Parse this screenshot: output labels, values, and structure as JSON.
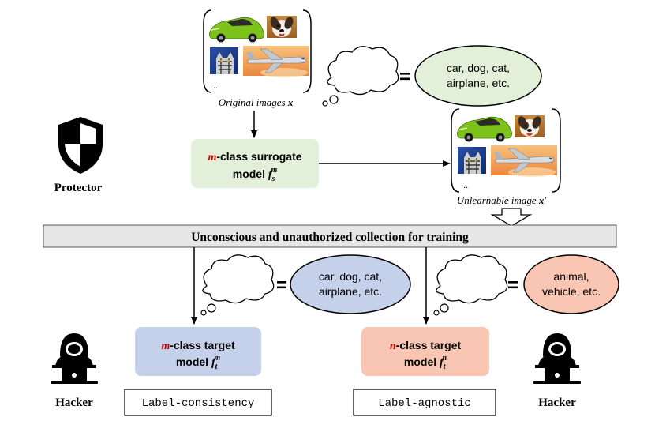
{
  "protector": {
    "label": "Protector"
  },
  "original": {
    "ellipsis": "...",
    "caption": "Original images ",
    "caption_var": "x"
  },
  "surrogate": {
    "prefix": "m",
    "line1_rest": "-class surrogate",
    "line2": "model ",
    "sym": "f",
    "sub": "s",
    "sup": "m"
  },
  "thought_top": {
    "eq": "=",
    "line1": "car, dog, cat,",
    "line2": "airplane, etc."
  },
  "unlearnable": {
    "ellipsis": "...",
    "caption": "Unlearnable image ",
    "caption_var": "x′"
  },
  "collection_bar": {
    "label": "Unconscious and unauthorized collection for training"
  },
  "thought_left": {
    "eq": "=",
    "line1": "car, dog, cat,",
    "line2": "airplane, etc."
  },
  "thought_right": {
    "eq": "=",
    "line1": "animal,",
    "line2": "vehicle, etc."
  },
  "target_m": {
    "prefix": "m",
    "line1_rest": "-class target",
    "line2": "model ",
    "sym": "f",
    "sub": "t",
    "sup": "m"
  },
  "target_n": {
    "prefix": "n",
    "line1_rest": "-class target",
    "line2": "model ",
    "sym": "f",
    "sub": "t",
    "sup": "n"
  },
  "label_consistency": {
    "label": "Label-consistency"
  },
  "label_agnostic": {
    "label": "Label-agnostic"
  },
  "hacker_left": {
    "label": "Hacker"
  },
  "hacker_right": {
    "label": "Hacker"
  },
  "colors": {
    "accent_red": "#cc0000",
    "surrogate_fill": "#e2f0d9",
    "target_m_fill": "#c5d0ea",
    "target_n_fill": "#f8c6b2",
    "ellipse_green": "#e2f0d9",
    "ellipse_blue": "#c5d0ea",
    "ellipse_orange": "#f8c6b2",
    "bar_fill": "#e7e7e7"
  },
  "icons": [
    "shield-icon",
    "hacker-icon",
    "car-image",
    "dog-image",
    "cat-image",
    "airplane-image"
  ]
}
